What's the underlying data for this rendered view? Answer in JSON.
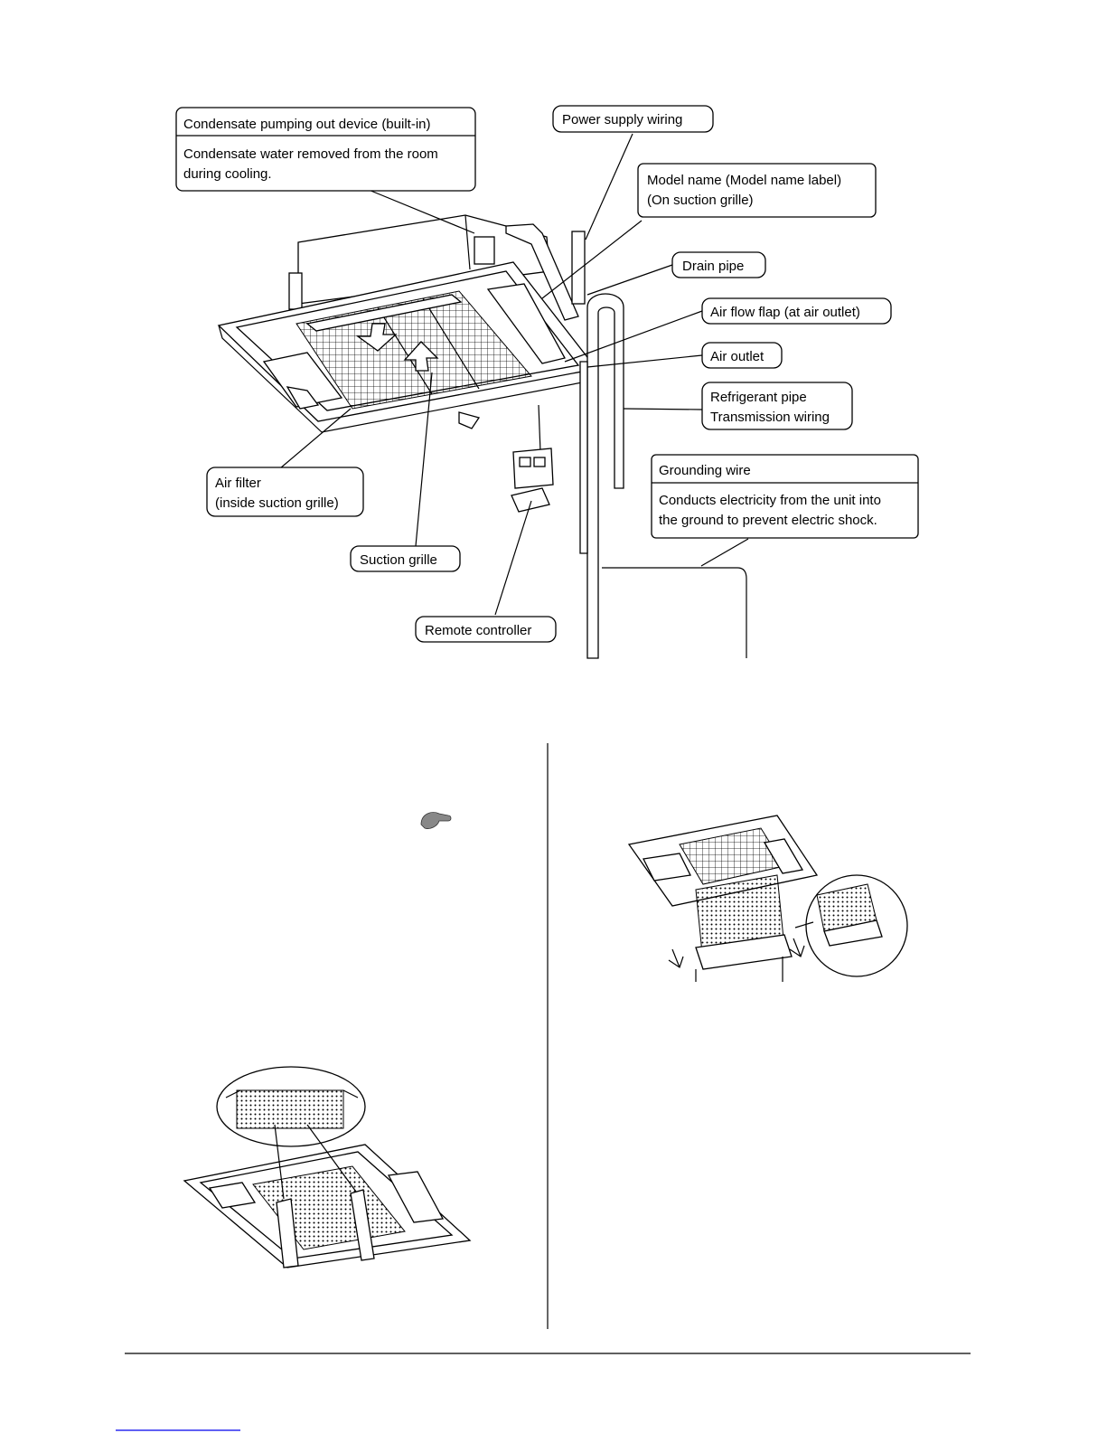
{
  "labels": {
    "condensate_title": "Condensate pumping out device (built-in)",
    "condensate_desc_1": "Condensate water removed from the room",
    "condensate_desc_2": "during cooling.",
    "power_supply": "Power supply wiring",
    "model_name_1": "Model name (Model name label)",
    "model_name_2": "(On suction grille)",
    "drain_pipe": "Drain pipe",
    "air_flow_flap": "Air flow flap (at air outlet)",
    "air_outlet": "Air outlet",
    "refrigerant_1": "Refrigerant pipe",
    "refrigerant_2": "Transmission wiring",
    "grounding_title": "Grounding wire",
    "grounding_desc_1": "Conducts electricity from the unit into",
    "grounding_desc_2": "the ground to prevent electric shock.",
    "air_filter_1": "Air filter",
    "air_filter_2": "(inside suction grille)",
    "suction_grille": "Suction grille",
    "remote_controller": "Remote controller"
  },
  "colors": {
    "line": "#000000",
    "background": "#ffffff",
    "footer_link": "#0000ee"
  }
}
